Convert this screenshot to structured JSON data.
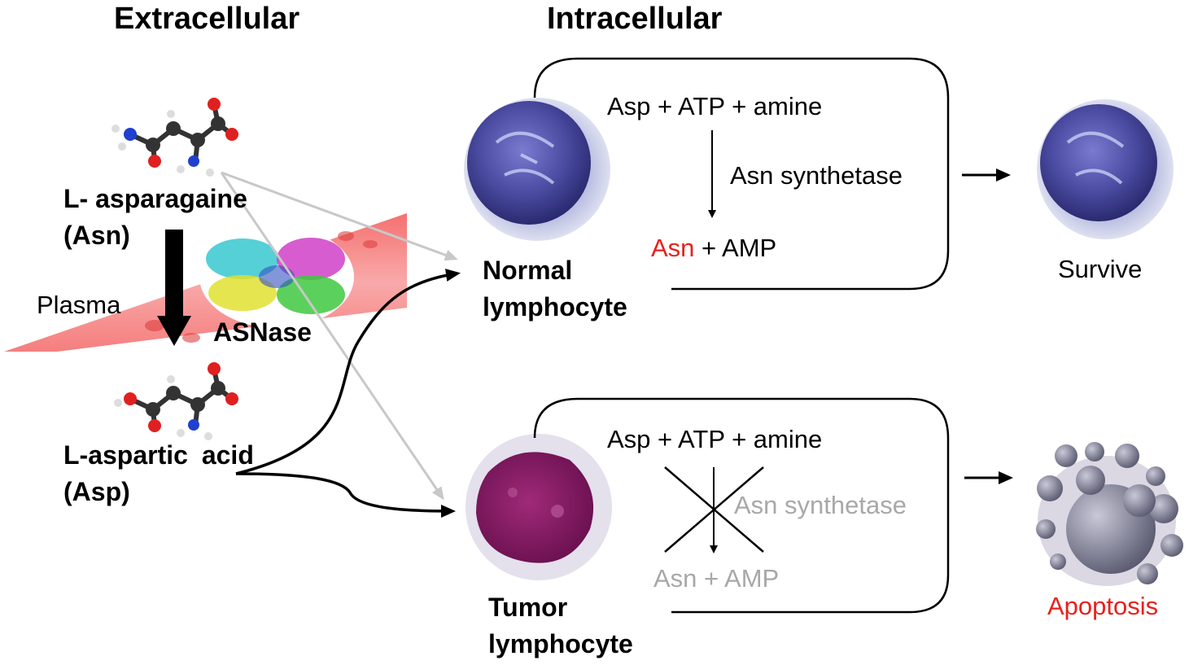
{
  "headers": {
    "extracellular": "Extracellular",
    "intracellular": "Intracellular"
  },
  "molecules": {
    "asn_name": "L- asparagaine",
    "asn_abbr": "(Asn)",
    "asp_name": "L-aspartic acid",
    "asp_abbr": "(Asp)"
  },
  "plasma_label": "Plasma",
  "enzyme_label": "ASNase",
  "normal_cell": {
    "line1": "Normal",
    "line2": "lymphocyte",
    "reaction": {
      "reactants": "Asp + ATP + amine",
      "enzyme": "Asn synthetase",
      "product_asn": "Asn",
      "product_rest": " + AMP"
    },
    "outcome": "Survive"
  },
  "tumor_cell": {
    "line1": "Tumor",
    "line2": "lymphocyte",
    "reaction": {
      "reactants": "Asp + ATP + amine",
      "enzyme": "Asn synthetase",
      "products": "Asn + AMP"
    },
    "outcome": "Apoptosis"
  },
  "colors": {
    "asn_highlight": "#e8201c",
    "apoptosis": "#e8201c",
    "blocked_text": "#a8a8a8",
    "grey_arrow": "#c8c8c8",
    "normal_cell": "#4a4a9c",
    "tumor_nucleus": "#7d1a5c",
    "plasma_vessel": "#f07070"
  }
}
